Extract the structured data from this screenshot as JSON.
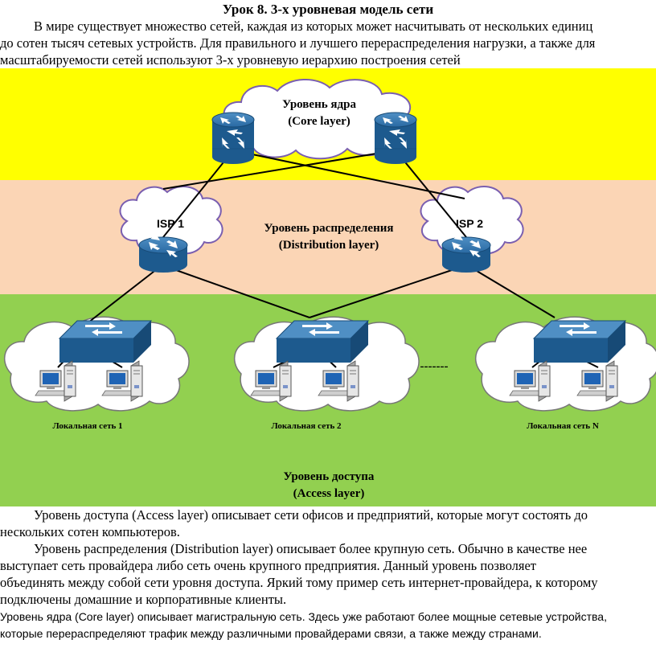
{
  "document": {
    "title": "Урок 8. 3-х уровневая модель сети",
    "intro_lines": [
      "В мире существует множество сетей, каждая из которых может насчитывать от нескольких единиц",
      "до сотен тысяч сетевых устройств. Для правильного и лучшего перераспределения нагрузки, а также для",
      "масштабируемости сетей используют 3-х уровневую иерархию построения сетей"
    ],
    "access_paragraph": [
      "Уровень доступа (Access layer) описывает сети офисов и предприятий, которые могут состоять до",
      "нескольких сотен компьютеров."
    ],
    "distribution_paragraph": [
      "Уровень распределения (Distribution layer) описывает более крупную сеть. Обычно в качестве нее",
      "выступает сеть провайдера либо сеть очень крупного предприятия. Данный уровень позволяет",
      "объединять между собой сети уровня доступа. Яркий тому пример сеть интернет-провайдера, к которому",
      "подключены домашние и корпоративные клиенты."
    ],
    "core_paragraph": [
      "Уровень ядра (Core layer) описывает магистральную сеть. Здесь уже работают более мощные сетевые устройства,",
      "которые перераспределяют трафик между различными провайдерами связи, а также между странами."
    ]
  },
  "diagram": {
    "core": {
      "label_ru": "Уровень ядра",
      "label_en": "(Core layer)"
    },
    "distribution": {
      "label_ru": "Уровень распределения",
      "label_en": "(Distribution layer)"
    },
    "access": {
      "label_ru": "Уровень доступа",
      "label_en": "(Access layer)"
    },
    "isp1": "ISP 1",
    "isp2": "ISP 2",
    "lan1": "Локальная сеть 1",
    "lan2": "Локальная сеть 2",
    "lanN": "Локальная сеть N",
    "ellipsis": "-------",
    "colors": {
      "core_band": "#ffff00",
      "distribution_band": "#fbd5b5",
      "access_band": "#92d050",
      "device_blue": "#1d5a8e",
      "cloud_stroke": "#7a5fb0"
    }
  }
}
